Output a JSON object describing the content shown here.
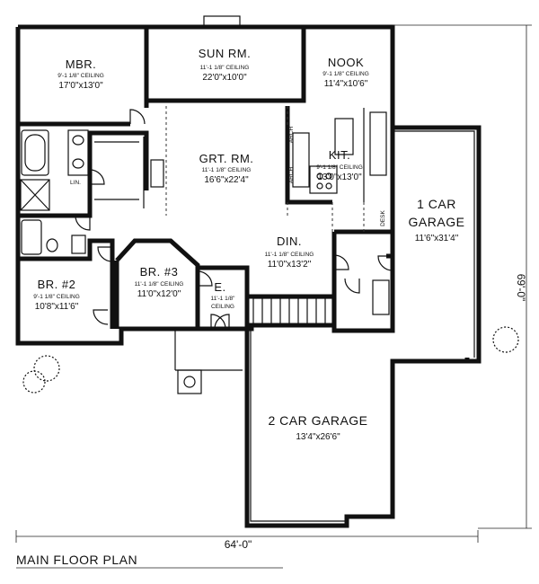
{
  "title": "MAIN FLOOR PLAN",
  "dimensions": {
    "overall_width": "64'-0\"",
    "overall_depth": "69'-0\""
  },
  "rooms": {
    "mbr": {
      "name": "MBR.",
      "ceiling": "9'-1 1/8\" CEILING",
      "size": "17'0\"x13'0\""
    },
    "sun": {
      "name": "SUN RM.",
      "ceiling": "11'-1 1/8\" CEILING",
      "size": "22'0\"x10'0\""
    },
    "nook": {
      "name": "NOOK",
      "ceiling": "9'-1 1/8\" CEILING",
      "size": "11'4\"x10'6\""
    },
    "grt": {
      "name": "GRT. RM.",
      "ceiling": "11'-1 1/8\" CEILING",
      "size": "16'6\"x22'4\""
    },
    "kit": {
      "name": "KIT.",
      "ceiling": "9'-1 1/8\" CEILING",
      "size": "13'0\"x13'0\""
    },
    "din": {
      "name": "DIN.",
      "ceiling": "11'-1 1/8\" CEILING",
      "size": "11'0\"x13'2\""
    },
    "br2": {
      "name": "BR. #2",
      "ceiling": "9'-1 1/8\" CEILING",
      "size": "10'8\"x11'6\""
    },
    "br3": {
      "name": "BR. #3",
      "ceiling": "11'-1 1/8\" CEILING",
      "size": "11'0\"x12'0\""
    },
    "entry": {
      "name": "E.",
      "ceiling_line1": "11'-1 1/8\"",
      "ceiling_line2": "CEILING"
    },
    "garage1": {
      "name_line1": "1 CAR",
      "name_line2": "GARAGE",
      "size": "11'6\"x31'4\""
    },
    "garage2": {
      "name": "2 CAR GARAGE",
      "size": "13'4\"x26'6\""
    }
  },
  "labels": {
    "lin": "LIN.",
    "desk": "DESK",
    "arch1": "ARCH",
    "arch2": "ARCH"
  }
}
